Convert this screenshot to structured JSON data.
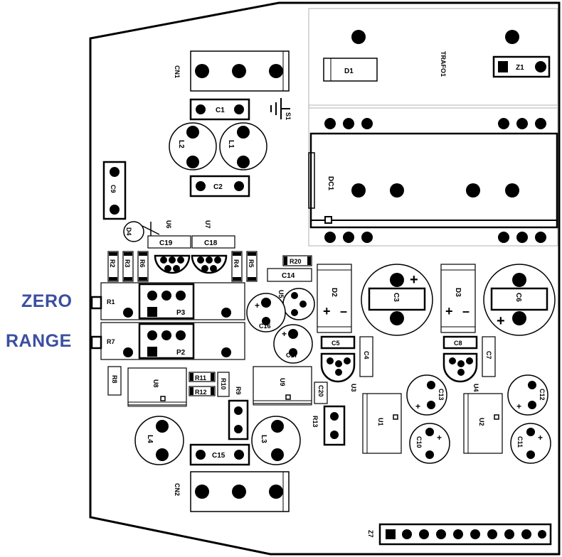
{
  "side_labels": {
    "zero": "ZERO",
    "range": "RANGE"
  },
  "components": {
    "cn1": "CN1",
    "cn2": "CN2",
    "c1": "C1",
    "c2": "C2",
    "s1": "S1",
    "l1": "L1",
    "l2": "L2",
    "l3": "L3",
    "l4": "L4",
    "c9": "C9",
    "d1": "D1",
    "trafo1": "TRAFO1",
    "z1": "Z1",
    "dc1": "DC1",
    "d4": "D4",
    "u6": "U6",
    "u7": "U7",
    "c19": "C19",
    "c18": "C18",
    "r2": "R2",
    "r3": "R3",
    "r6": "R6",
    "r4": "R4",
    "r5": "R5",
    "r20": "R20",
    "c14": "C14",
    "u5": "U5",
    "r1": "R1",
    "p3": "P3",
    "r7": "R7",
    "p2": "P2",
    "c16": "C16",
    "c17": "C17",
    "c5": "C5",
    "c4": "C4",
    "u3": "U3",
    "d2": "D2",
    "c3": "C3",
    "d3": "D3",
    "c8": "C8",
    "c7": "C7",
    "u4": "U4",
    "c6": "C6",
    "r8": "R8",
    "u8": "U8",
    "r11": "R11",
    "r12": "R12",
    "r10": "R10",
    "r9": "R9",
    "u9": "U9",
    "c20": "C20",
    "r13": "R13",
    "u1": "U1",
    "c13": "C13",
    "c10": "C10",
    "u2": "U2",
    "c12": "C12",
    "c11": "C11",
    "c15": "C15",
    "z7": "Z7"
  },
  "colors": {
    "label_blue": "#3b4fa0",
    "outline": "#000000",
    "pad": "#000000"
  }
}
